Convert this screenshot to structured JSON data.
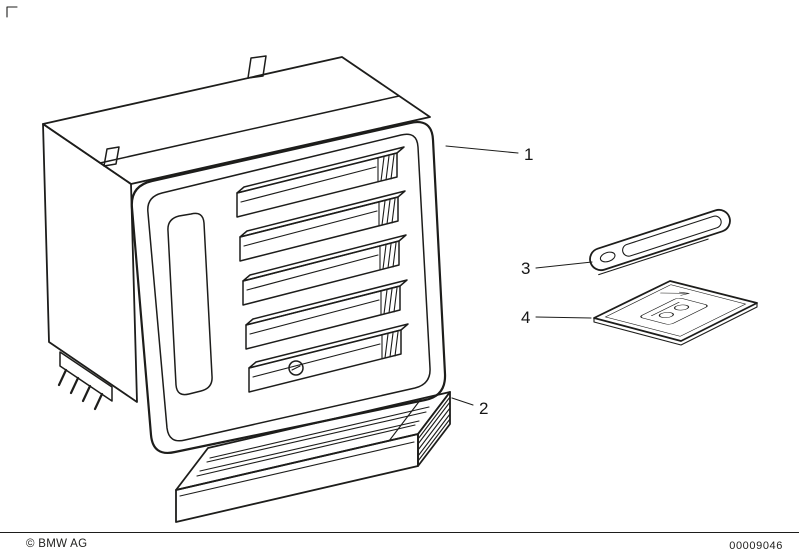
{
  "diagram": {
    "callouts": [
      {
        "label": "1"
      },
      {
        "label": "2"
      },
      {
        "label": "3"
      },
      {
        "label": "4"
      }
    ]
  },
  "footer": {
    "copyright": "© BMW AG",
    "document_number": "00009046"
  },
  "colors": {
    "line": "#1d1d1b",
    "background": "#ffffff"
  }
}
